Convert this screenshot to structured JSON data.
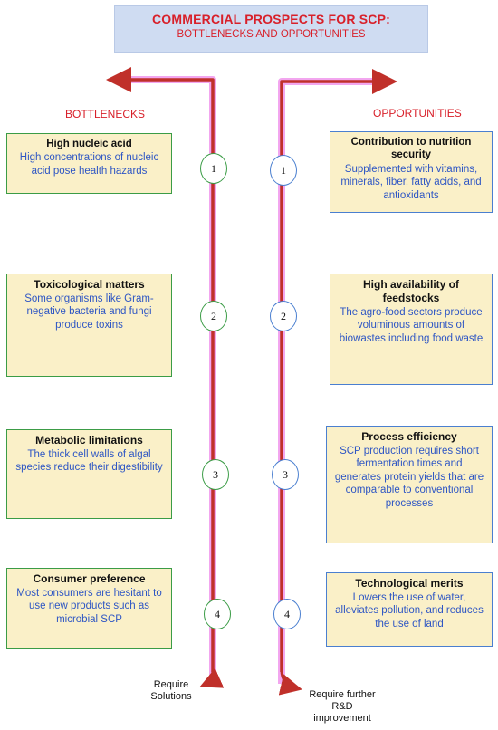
{
  "title": {
    "main": "COMMERCIAL PROSPECTS FOR SCP:",
    "sub": "BOTTLENECKS AND OPPORTUNITIES"
  },
  "bottlenecks_label": "BOTTLENECKS",
  "opportunities_label": "OPPORTUNITIES",
  "bottlenecks": [
    {
      "num": "1",
      "head": "High nucleic acid",
      "body": "High concentrations of nucleic acid pose health hazards"
    },
    {
      "num": "2",
      "head": "Toxicological matters",
      "body": "Some organisms like Gram-negative bacteria and fungi produce toxins"
    },
    {
      "num": "3",
      "head": "Metabolic limitations",
      "body": "The thick cell walls of algal species reduce their digestibility"
    },
    {
      "num": "4",
      "head": "Consumer preference",
      "body": "Most consumers are hesitant to use new products such as microbial SCP"
    }
  ],
  "opportunities": [
    {
      "num": "1",
      "head": "Contribution to nutrition security",
      "body": "Supplemented with vitamins, minerals, fiber, fatty acids, and antioxidants"
    },
    {
      "num": "2",
      "head": "High availability of feedstocks",
      "body": "The agro-food sectors produce voluminous amounts of biowastes including food waste"
    },
    {
      "num": "3",
      "head": "Process efficiency",
      "body": "SCP production requires short fermentation times and generates protein yields that are comparable to conventional processes"
    },
    {
      "num": "4",
      "head": "Technological merits",
      "body": "Lowers the use of water, alleviates pollution, and reduces the use of land"
    }
  ],
  "end_left": "Require Solutions",
  "end_right": "Require further R&D improvement",
  "colors": {
    "line": "#c0302a",
    "glow": "#f2a6ef",
    "accent": "#d8202a"
  }
}
